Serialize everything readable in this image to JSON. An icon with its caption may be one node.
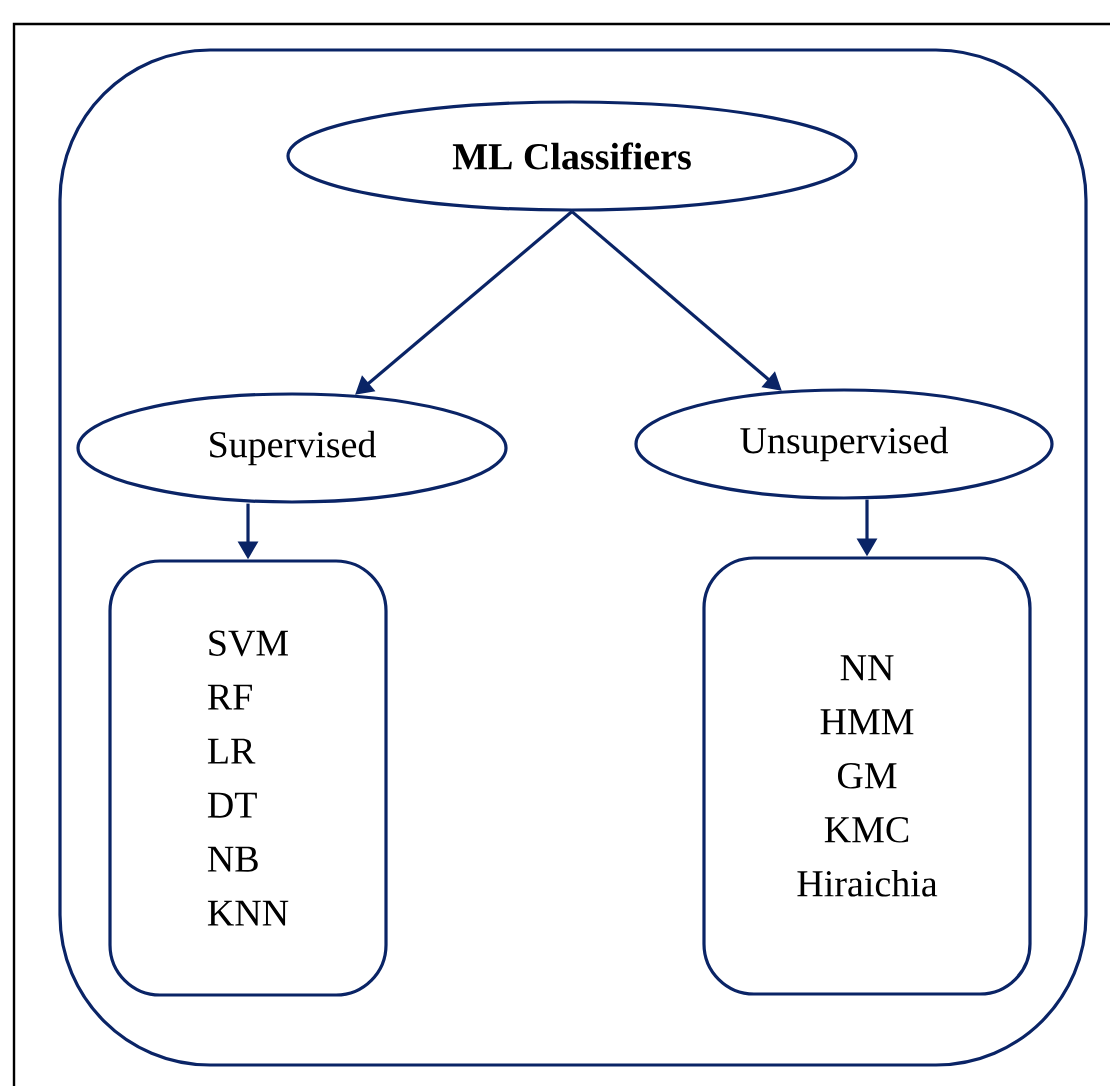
{
  "diagram": {
    "nodes": [
      {
        "text": [],
        "shape": "box"
      },
      {
        "text": [
          "ML Classifiers"
        ],
        "in": 0
      },
      {
        "text": [
          "Supervised"
        ],
        "in": 0
      },
      {
        "text": [
          "Unsupervised"
        ],
        "in": 0
      },
      {
        "text": [
          "SVM",
          "RF",
          "LR",
          "DT",
          "NB",
          "KNN"
        ],
        "in": 0
      },
      {
        "text": [
          "NN",
          "HMM",
          "GM",
          "KMC",
          "Hiraichia"
        ],
        "in": 0
      }
    ],
    "edges": [
      {
        "from": 1,
        "to": 2,
        "arrow": "to"
      },
      {
        "from": 1,
        "to": 3,
        "arrow": "to"
      },
      {
        "from": 2,
        "to": 4,
        "arrow": "to"
      },
      {
        "from": 3,
        "to": 5,
        "arrow": "to"
      }
    ]
  }
}
